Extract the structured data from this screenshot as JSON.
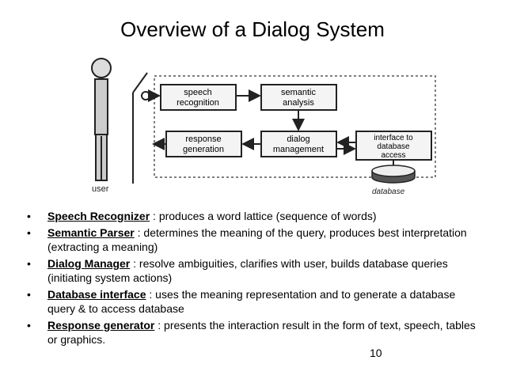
{
  "slide": {
    "title": "Overview of a Dialog System",
    "page_number": "10"
  },
  "diagram": {
    "user_label": "user",
    "database_label": "database",
    "boxes": {
      "speech_recognition": [
        "speech",
        "recognition"
      ],
      "semantic_analysis": [
        "semantic",
        "analysis"
      ],
      "response_generation": [
        "response",
        "generation"
      ],
      "dialog_management": [
        "dialog",
        "management"
      ],
      "interface_db": [
        "interface to",
        "database",
        "access"
      ]
    }
  },
  "bullets": [
    {
      "term": "Speech Recognizer",
      "text": " : produces a word lattice (sequence of words)"
    },
    {
      "term": "Semantic Parser",
      "text": " : determines the meaning of the query, produces best interpretation (extracting a meaning)"
    },
    {
      "term": "Dialog Manager",
      "text": " : resolve ambiguities, clarifies with user, builds database queries (initiating system actions)"
    },
    {
      "term": "Database interface",
      "text": " : uses the meaning representation and to generate a database query & to access database"
    },
    {
      "term": "Response generator",
      "text": " : presents the interaction result in the form of text, speech, tables or graphics."
    }
  ]
}
